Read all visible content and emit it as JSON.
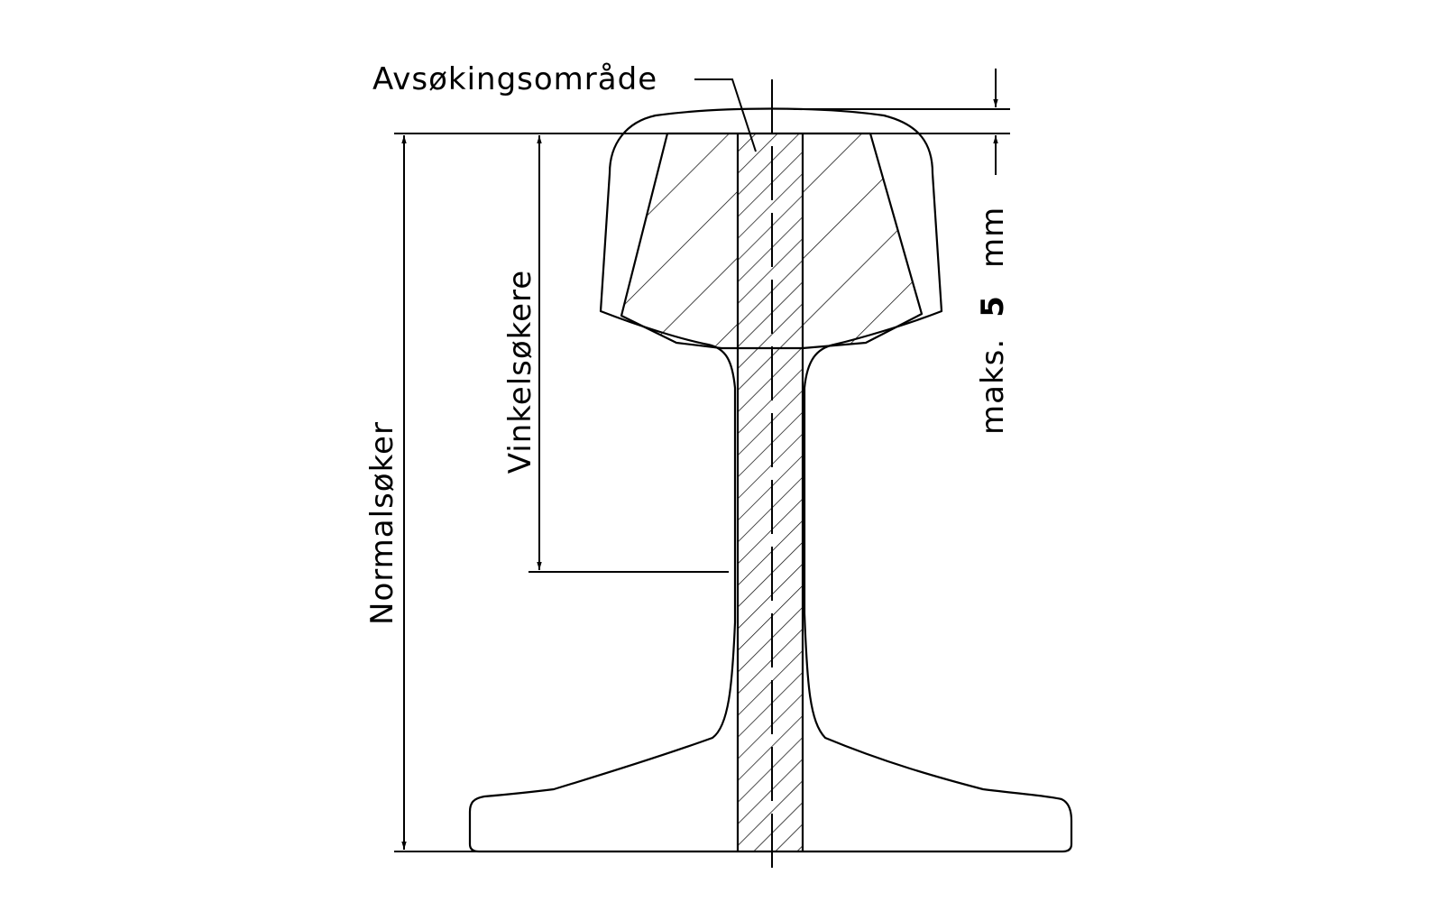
{
  "labels": {
    "scan_area": "Avsøkingsområde",
    "normal_probe": "Normalsøker",
    "angle_probe": "Vinkelsøkere",
    "max_prefix": "maks.",
    "max_value": "5",
    "max_unit": "mm"
  },
  "colors": {
    "stroke": "#000000",
    "background": "#ffffff"
  }
}
